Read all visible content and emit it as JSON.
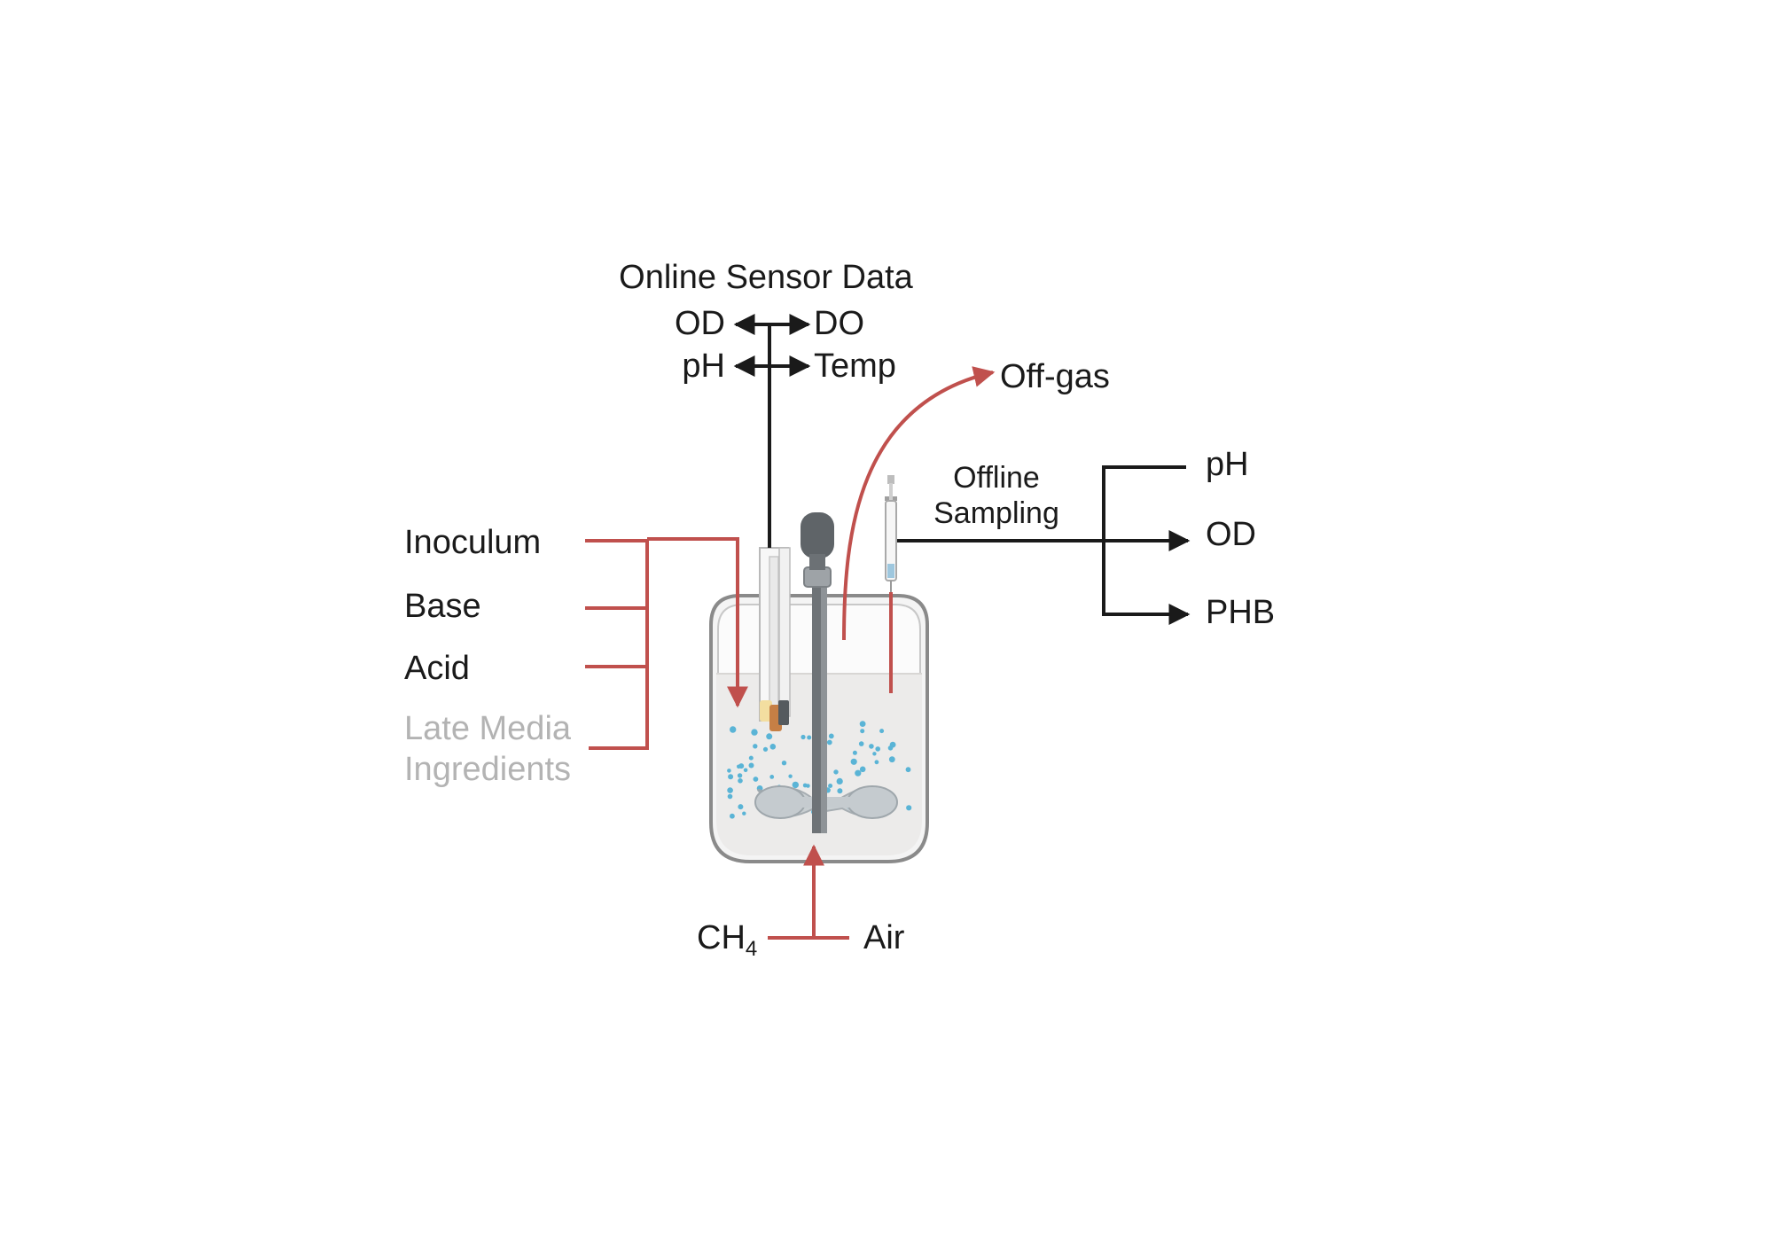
{
  "online": {
    "title": "Online Sensor Data",
    "od": "OD",
    "do": "DO",
    "ph": "pH",
    "temp": "Temp"
  },
  "offgas": "Off-gas",
  "offline": {
    "line1": "Offline",
    "line2": "Sampling",
    "outputs": [
      "pH",
      "OD",
      "PHB"
    ]
  },
  "feeds": {
    "inoculum": "Inoculum",
    "base": "Base",
    "acid": "Acid",
    "late_line1": "Late Media",
    "late_line2": "Ingredients"
  },
  "gas": {
    "ch4_main": "CH",
    "ch4_sub": "4",
    "air": "Air"
  },
  "colors": {
    "red_line": "#c0504d",
    "black_line": "#1a1a1a",
    "liquid": "#ecebea",
    "bubble": "#5ab4d6",
    "muted_text": "#b3b3b3"
  }
}
